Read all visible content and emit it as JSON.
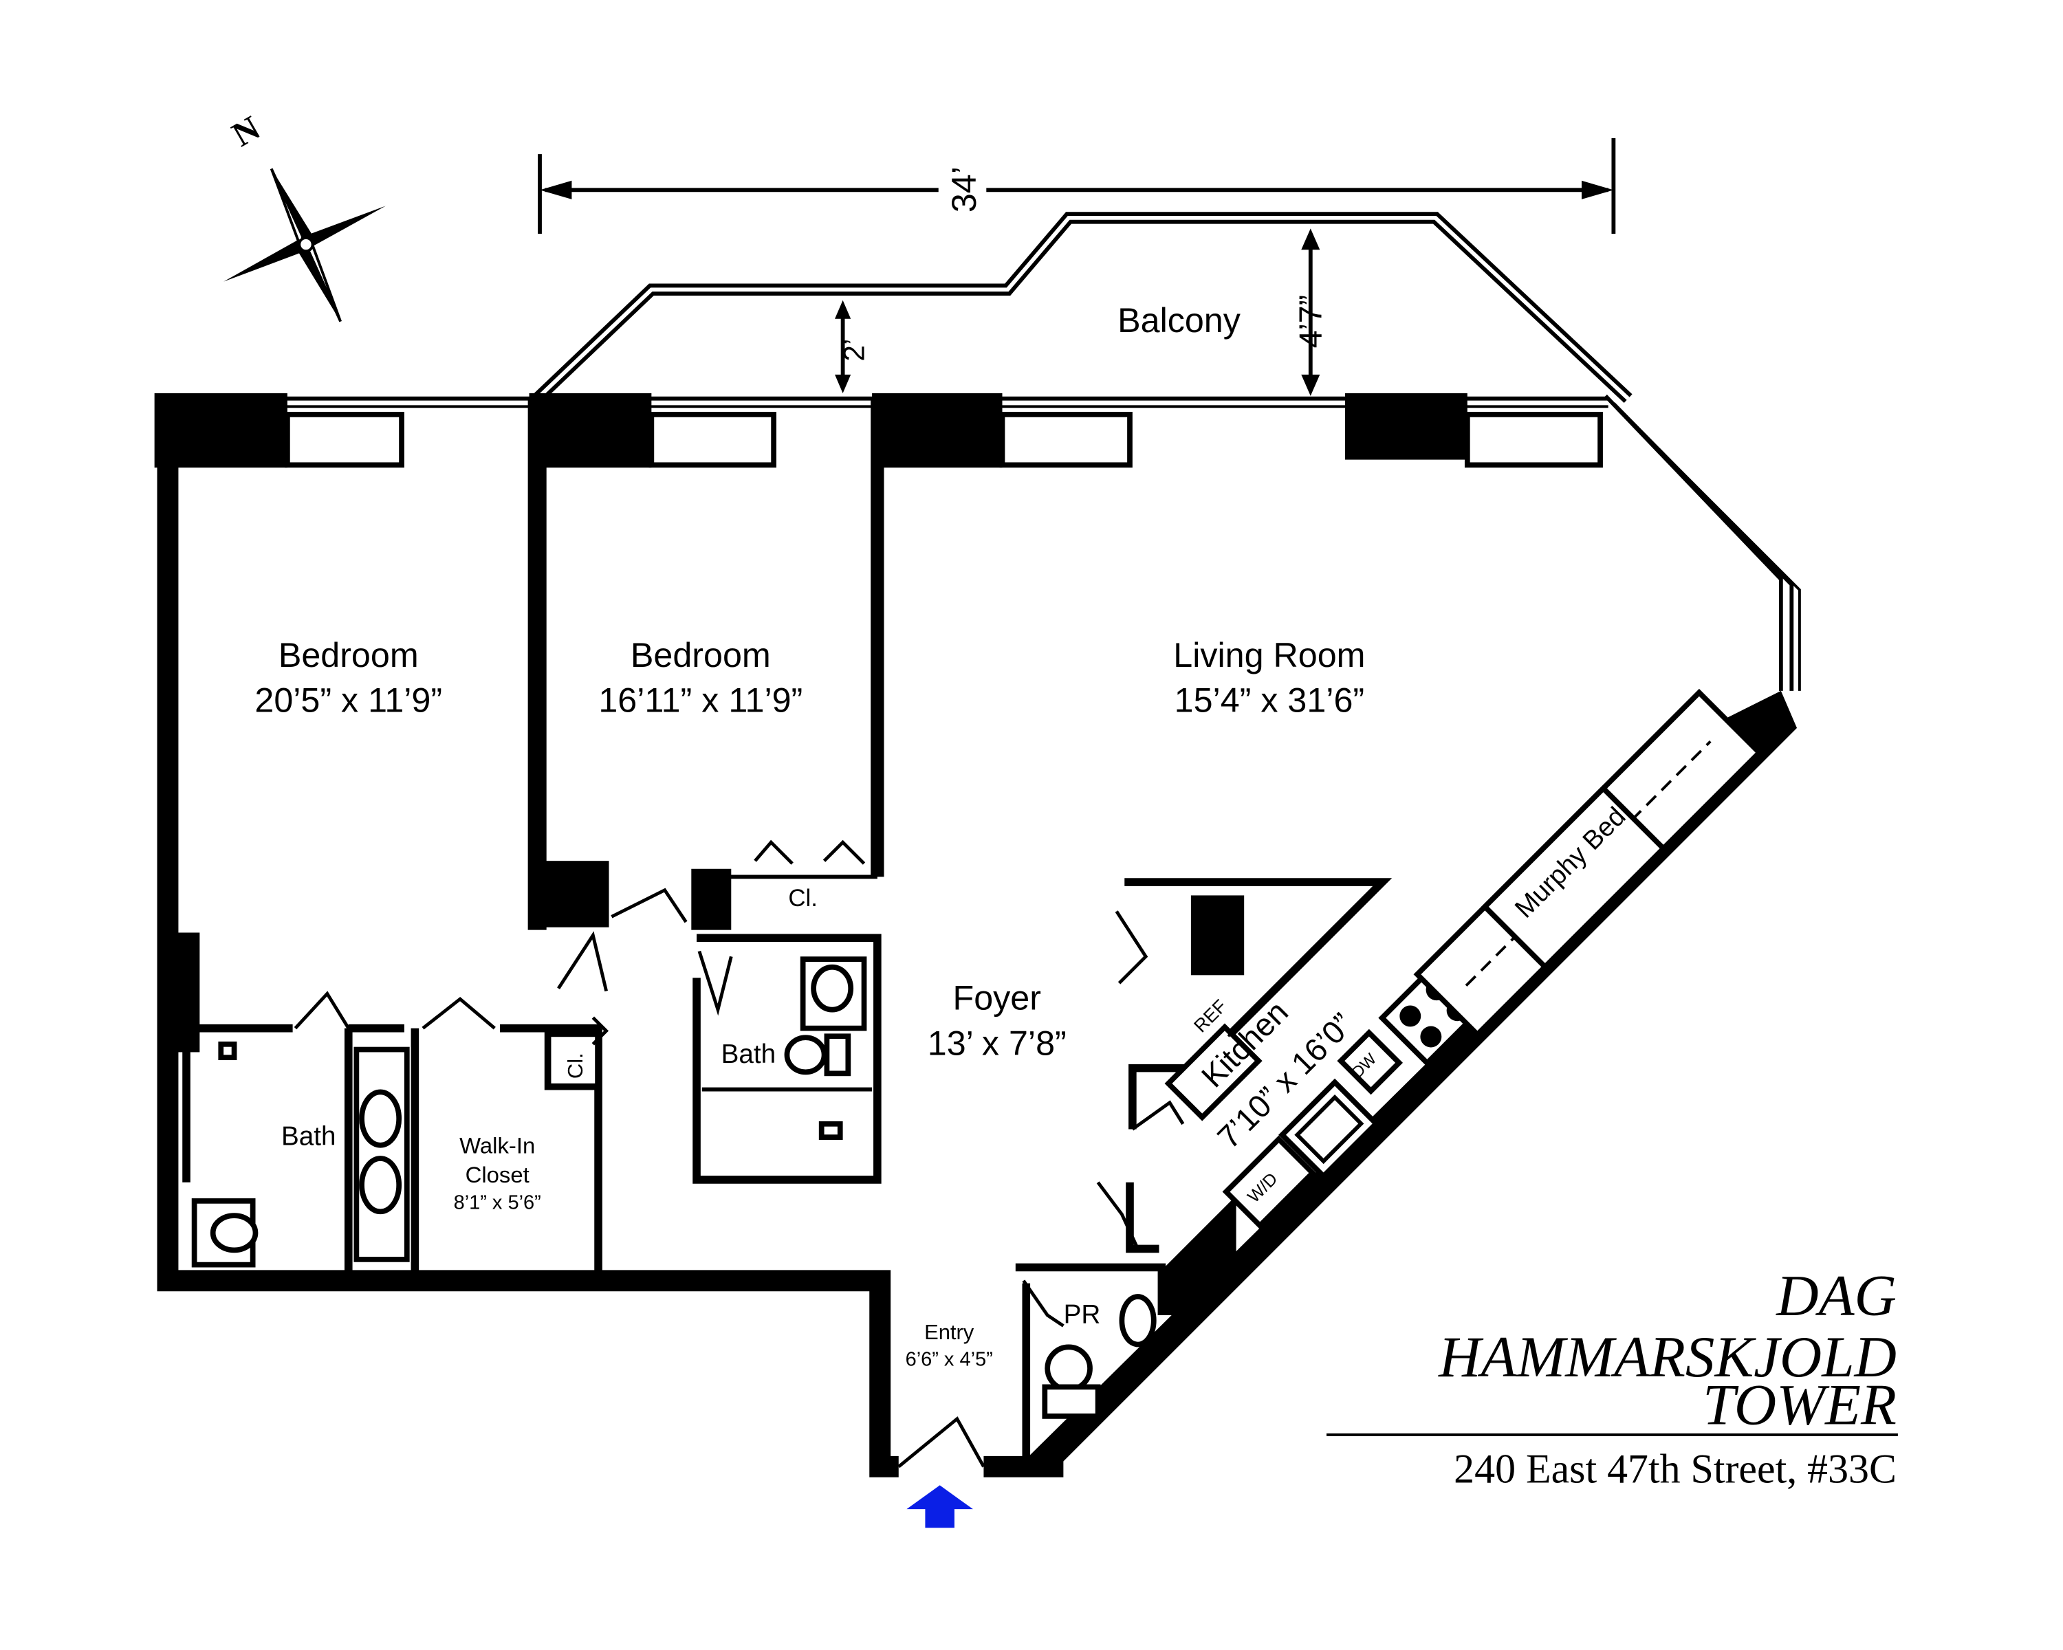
{
  "compass": {
    "north_label": "N"
  },
  "dimensions": {
    "width": "34’",
    "balcony_depth_left": "2’",
    "balcony_depth_right": "4’7”"
  },
  "rooms": {
    "balcony": {
      "name": "Balcony"
    },
    "bedroom1": {
      "name": "Bedroom",
      "size": "20’5” x 11’9”"
    },
    "bedroom2": {
      "name": "Bedroom",
      "size": "16’11” x 11’9”"
    },
    "living": {
      "name": "Living Room",
      "size": "15’4” x 31’6”"
    },
    "foyer": {
      "name": "Foyer",
      "size": "13’ x 7’8”"
    },
    "kitchen": {
      "name": "Kitchen",
      "size": "7’10” x 16’0”"
    },
    "bath1": {
      "name": "Bath"
    },
    "bath2": {
      "name": "Bath"
    },
    "walkin": {
      "name1": "Walk-In",
      "name2": "Closet",
      "size": "8’1” x 5’6”"
    },
    "entry": {
      "name": "Entry",
      "size": "6’6” x 4’5”"
    },
    "powder": {
      "name": "PR"
    },
    "closet_a": {
      "name": "Cl."
    },
    "closet_b": {
      "name": "Cl."
    }
  },
  "fixtures": {
    "ref": "REF",
    "dw": "DW",
    "wd": "W/D",
    "murphy": "Murphy Bed"
  },
  "building": {
    "line1": "DAG",
    "line2": "HAMMARSKJOLD",
    "line3": "TOWER",
    "address": "240 East 47th Street, #33C"
  },
  "colors": {
    "entry_arrow": "#0a1fe6",
    "walls": "#000000"
  }
}
